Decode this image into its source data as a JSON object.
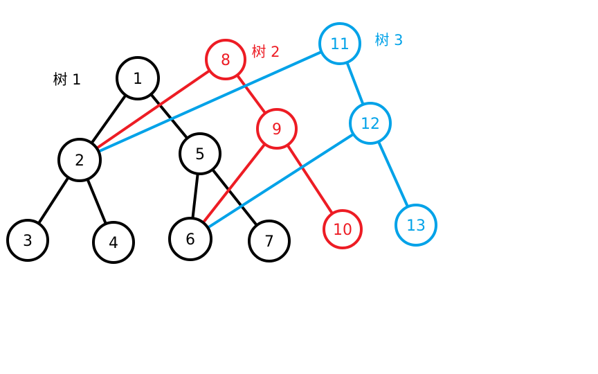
{
  "colors": {
    "tree1": "#000000",
    "tree2": "#ed1c24",
    "tree3": "#00a2e8"
  },
  "tree_labels": [
    {
      "id": "tree1",
      "text": "树 1"
    },
    {
      "id": "tree2",
      "text": "树 2"
    },
    {
      "id": "tree3",
      "text": "树 3"
    }
  ],
  "nodes": [
    {
      "id": "1",
      "label": "1",
      "tree": "tree1"
    },
    {
      "id": "2",
      "label": "2",
      "tree": "tree1"
    },
    {
      "id": "3",
      "label": "3",
      "tree": "tree1"
    },
    {
      "id": "4",
      "label": "4",
      "tree": "tree1"
    },
    {
      "id": "5",
      "label": "5",
      "tree": "tree1"
    },
    {
      "id": "6",
      "label": "6",
      "tree": "tree1"
    },
    {
      "id": "7",
      "label": "7",
      "tree": "tree1"
    },
    {
      "id": "8",
      "label": "8",
      "tree": "tree2"
    },
    {
      "id": "9",
      "label": "9",
      "tree": "tree2"
    },
    {
      "id": "10",
      "label": "10",
      "tree": "tree2"
    },
    {
      "id": "11",
      "label": "11",
      "tree": "tree3"
    },
    {
      "id": "12",
      "label": "12",
      "tree": "tree3"
    },
    {
      "id": "13",
      "label": "13",
      "tree": "tree3"
    }
  ],
  "edges": [
    {
      "from": "1",
      "to": "2",
      "tree": "tree1"
    },
    {
      "from": "1",
      "to": "5",
      "tree": "tree1"
    },
    {
      "from": "2",
      "to": "3",
      "tree": "tree1"
    },
    {
      "from": "2",
      "to": "4",
      "tree": "tree1"
    },
    {
      "from": "5",
      "to": "6",
      "tree": "tree1"
    },
    {
      "from": "5",
      "to": "7",
      "tree": "tree1"
    },
    {
      "from": "8",
      "to": "2",
      "tree": "tree2"
    },
    {
      "from": "8",
      "to": "9",
      "tree": "tree2"
    },
    {
      "from": "9",
      "to": "6",
      "tree": "tree2"
    },
    {
      "from": "9",
      "to": "10",
      "tree": "tree2"
    },
    {
      "from": "11",
      "to": "2",
      "tree": "tree3"
    },
    {
      "from": "11",
      "to": "12",
      "tree": "tree3"
    },
    {
      "from": "12",
      "to": "6",
      "tree": "tree3"
    },
    {
      "from": "12",
      "to": "13",
      "tree": "tree3"
    }
  ]
}
